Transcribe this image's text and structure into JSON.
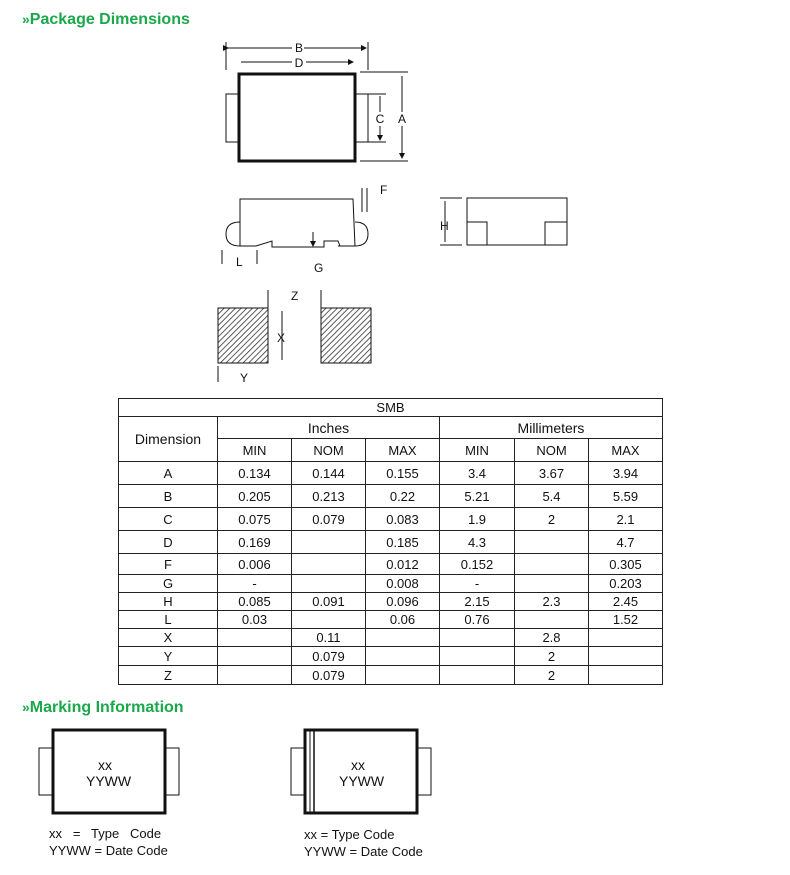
{
  "sections": {
    "package_title": "Package Dimensions",
    "marking_title": "Marking Information",
    "chevron": "»"
  },
  "drawing_labels": {
    "B": "B",
    "D": "D",
    "A": "A",
    "C": "C",
    "F": "F",
    "G": "G",
    "L": "L",
    "H": "H",
    "Z": "Z",
    "X": "X",
    "Y": "Y"
  },
  "table": {
    "package": "SMB",
    "dimension_header": "Dimension",
    "inches_header": "Inches",
    "mm_header": "Millimeters",
    "sub_headers": [
      "MIN",
      "NOM",
      "MAX",
      "MIN",
      "NOM",
      "MAX"
    ],
    "rows": [
      [
        "A",
        "0.134",
        "0.144",
        "0.155",
        "3.4",
        "3.67",
        "3.94"
      ],
      [
        "B",
        "0.205",
        "0.213",
        "0.22",
        "5.21",
        "5.4",
        "5.59"
      ],
      [
        "C",
        "0.075",
        "0.079",
        "0.083",
        "1.9",
        "2",
        "2.1"
      ],
      [
        "D",
        "0.169",
        "",
        "0.185",
        "4.3",
        "",
        "4.7"
      ],
      [
        "F",
        "0.006",
        "",
        "0.012",
        "0.152",
        "",
        "0.305"
      ],
      [
        "G",
        "-",
        "",
        "0.008",
        "-",
        "",
        "0.203"
      ],
      [
        "H",
        "0.085",
        "0.091",
        "0.096",
        "2.15",
        "2.3",
        "2.45"
      ],
      [
        "L",
        "0.03",
        "",
        "0.06",
        "0.76",
        "",
        "1.52"
      ],
      [
        "X",
        "",
        "0.11",
        "",
        "",
        "2.8",
        ""
      ],
      [
        "Y",
        "",
        "0.079",
        "",
        "",
        "2",
        ""
      ],
      [
        "Z",
        "",
        "0.079",
        "",
        "",
        "2",
        ""
      ]
    ]
  },
  "marking": {
    "left": {
      "line1": "xx",
      "line2": "YYWW",
      "legend1": "xx   =   Type   Code",
      "legend2": "YYWW = Date Code"
    },
    "right": {
      "line1": "xx",
      "line2": "YYWW",
      "legend1": "xx = Type Code",
      "legend2": "YYWW = Date Code"
    }
  }
}
